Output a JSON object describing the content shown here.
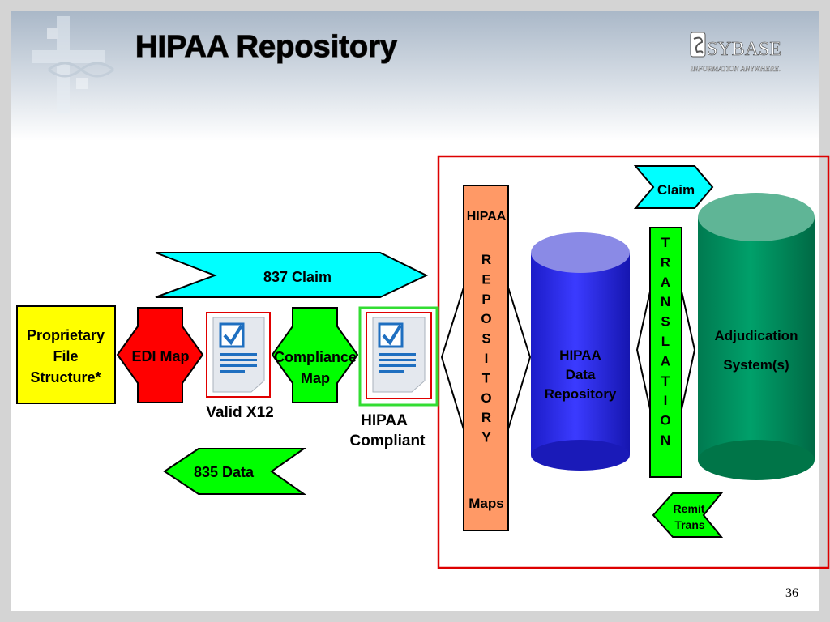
{
  "slide": {
    "title": "HIPAA Repository",
    "page_number": "36"
  },
  "logo": {
    "brand": "SYBASE",
    "tagline": "INFORMATION ANYWHERE."
  },
  "diagram": {
    "claim_837": "837 Claim",
    "data_835": "835 Data",
    "proprietary": [
      "Proprietary",
      "File",
      "Structure*"
    ],
    "edi_map": "EDI Map",
    "valid_x12": "Valid X12",
    "compliance_map": [
      "Compliance",
      "Map"
    ],
    "hipaa_compliant": [
      "HIPAA",
      "Compliant"
    ],
    "repository_maps": {
      "top": "HIPAA",
      "letters": [
        "R",
        "E",
        "P",
        "O",
        "S",
        "I",
        "T",
        "O",
        "R",
        "Y"
      ],
      "bottom": "Maps"
    },
    "data_repository": [
      "HIPAA",
      "Data",
      "Repository"
    ],
    "claim": "Claim",
    "translation": [
      "T",
      "R",
      "A",
      "N",
      "S",
      "L",
      "A",
      "T",
      "I",
      "O",
      "N"
    ],
    "adjudication": [
      "Adjudication",
      "System(s)"
    ],
    "remit_trans": [
      "Remit",
      "Trans"
    ]
  },
  "colors": {
    "cyan": "#00ffff",
    "green": "#00ff00",
    "red": "#ff0000",
    "yellow": "#ffff00",
    "orange": "#ff9966",
    "blue_cylinder": "#2222dd",
    "teal_cylinder": "#008f5f",
    "frame_red": "#dd0000"
  }
}
